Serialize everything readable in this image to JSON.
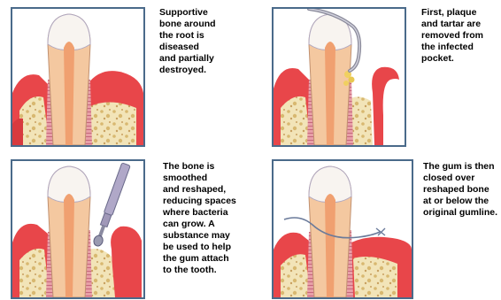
{
  "steps": [
    {
      "text": "Supportive\nbone around\nthe root is\ndiseased\nand partially\ndestroyed."
    },
    {
      "text": "First, plaque\nand tartar are\nremoved from\nthe infected\npocket."
    },
    {
      "text": "The bone is\nsmoothed\nand reshaped,\nreducing spaces\nwhere bacteria\ncan grow. A\nsubstance may\nbe used to help\nthe gum attach\nto the tooth."
    },
    {
      "text": "The gum is then\nclosed over\nreshaped bone\nat or below the\noriginal gumline."
    }
  ],
  "colors": {
    "border": "#4a6a8a",
    "gum": "#e8464a",
    "gum_light": "#f4b0a8",
    "bone": "#f2e4b8",
    "enamel": "#f8f4f0",
    "dentin": "#f4c8a0",
    "pulp": "#f0a070",
    "root_fibers": "#b04060",
    "tool": "#b0a8c8",
    "plaque": "#f0d060"
  }
}
